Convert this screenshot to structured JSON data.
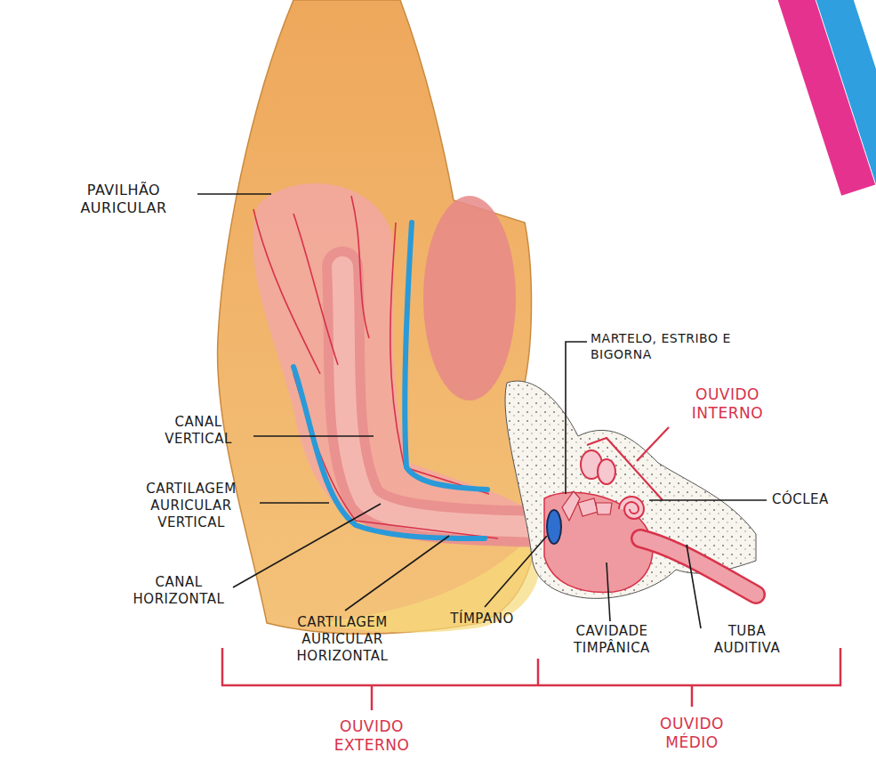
{
  "diagram": {
    "labels": [
      "PAVILHÃO AURICULAR",
      "MARTELO, ESTRIBO E BIGORNA",
      "OUVIDO INTERNO",
      "CANAL VERTICAL",
      "CARTILAGEM AURICULAR VERTICAL",
      "CÓCLEA",
      "CANAL HORIZONTAL",
      "CARTILAGEM AURICULAR HORIZONTAL",
      "TÍMPANO",
      "CAVIDADE TIMPÂNICA",
      "TUBA AUDITIVA",
      "OUVIDO EXTERNO",
      "OUVIDO MÉDIO"
    ]
  }
}
